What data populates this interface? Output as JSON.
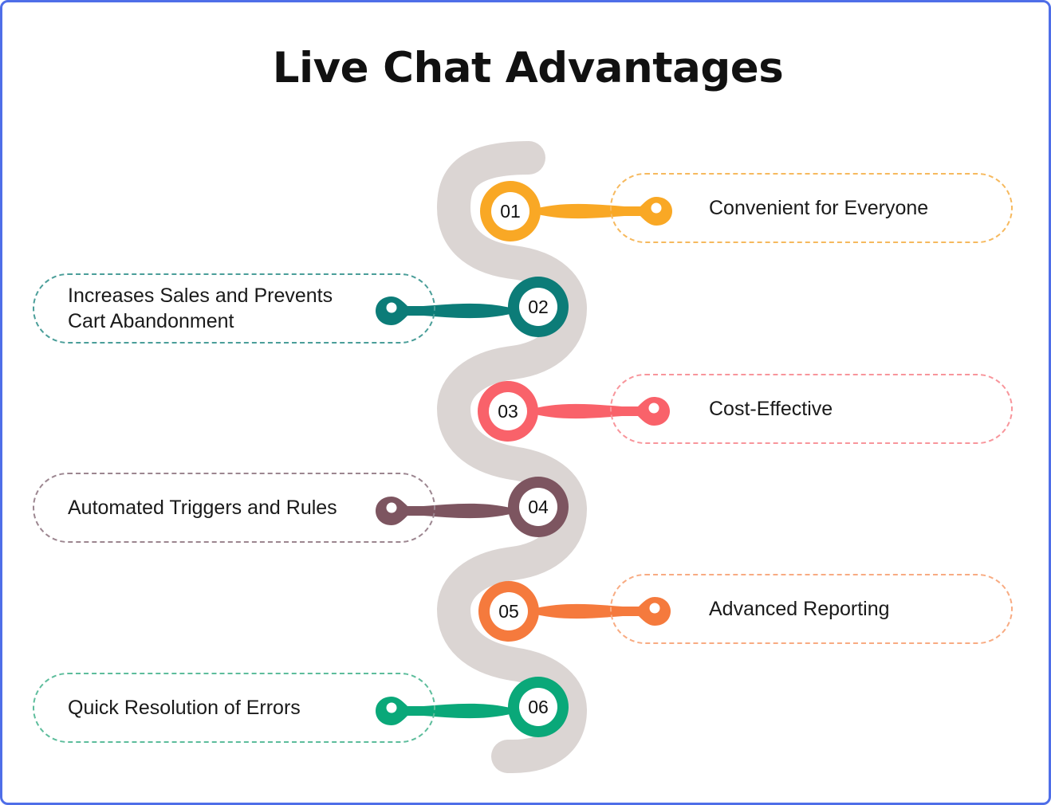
{
  "page": {
    "title": "Live Chat Advantages",
    "border_color": "#4f6ee8",
    "background": "#ffffff",
    "path_color": "#dbd5d3"
  },
  "steps": [
    {
      "number": "01",
      "label": "Convenient for Everyone",
      "color": "#f9a825",
      "side": "right"
    },
    {
      "number": "02",
      "label_line1": "Increases Sales and Prevents",
      "label_line2": "Cart Abandonment",
      "label": "Increases Sales and Prevents Cart Abandonment",
      "color": "#0c7c78",
      "side": "left"
    },
    {
      "number": "03",
      "label": "Cost-Effective",
      "color": "#f9626a",
      "side": "right"
    },
    {
      "number": "04",
      "label": "Automated Triggers and Rules",
      "color": "#7d5560",
      "side": "left"
    },
    {
      "number": "05",
      "label": "Advanced Reporting",
      "color": "#f57a3d",
      "side": "right"
    },
    {
      "number": "06",
      "label": "Quick Resolution of Errors",
      "color": "#0aa879",
      "side": "left"
    }
  ]
}
